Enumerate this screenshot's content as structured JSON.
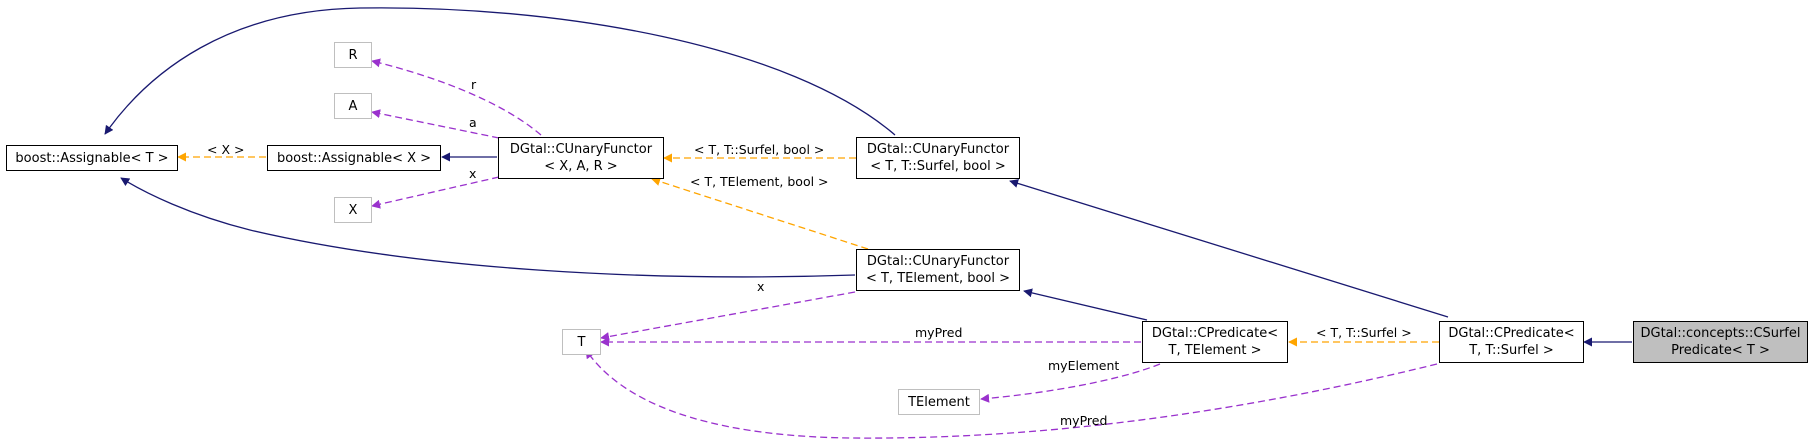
{
  "colors": {
    "inheritance": "#191970",
    "template": "#ffa500",
    "usage": "#9a32cd",
    "node_border": "#000000",
    "node_gray_border": "#bfbfbf",
    "highlight_fill": "#bfbfbf"
  },
  "nodes": {
    "boost_assignable_t": {
      "line1": "boost::Assignable< T >"
    },
    "boost_assignable_x": {
      "line1": "boost::Assignable< X >"
    },
    "r": {
      "line1": "R"
    },
    "a": {
      "line1": "A"
    },
    "x": {
      "line1": "X"
    },
    "cunary_xar": {
      "line1": "DGtal::CUnaryFunctor",
      "line2": "< X, A, R >"
    },
    "cunary_surfel": {
      "line1": "DGtal::CUnaryFunctor",
      "line2": "< T, T::Surfel, bool >"
    },
    "cunary_telement": {
      "line1": "DGtal::CUnaryFunctor",
      "line2": "< T, TElement, bool >"
    },
    "t": {
      "line1": "T"
    },
    "telement": {
      "line1": "TElement"
    },
    "cpredicate_telement": {
      "line1": "DGtal::CPredicate<",
      "line2": "T, TElement >"
    },
    "cpredicate_surfel": {
      "line1": "DGtal::CPredicate<",
      "line2": "T, T::Surfel >"
    },
    "csurfel_predicate": {
      "line1": "DGtal::concepts::CSurfel",
      "line2": "Predicate< T >"
    }
  },
  "edge_labels": {
    "r": "r",
    "a": "a",
    "x_var": "x",
    "template_x": "< X >",
    "template_surfel": "< T, T::Surfel, bool >",
    "template_telement": "< T, TElement, bool >",
    "x_to_t": "x",
    "mypred_mid": "myPred",
    "myelement": "myElement",
    "template_pred_surfel": "< T, T::Surfel >",
    "mypred_bottom": "myPred"
  }
}
